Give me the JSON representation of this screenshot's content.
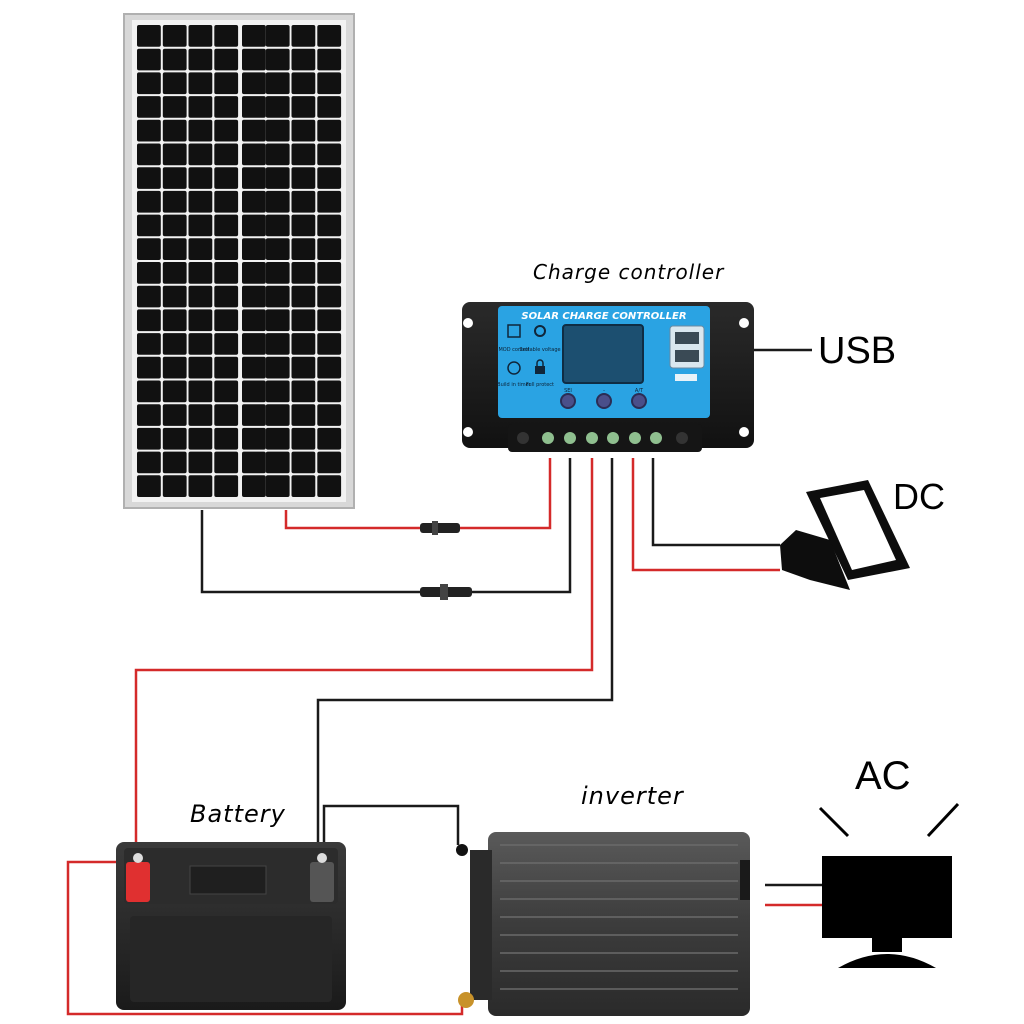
{
  "labels": {
    "charge_controller": "Charge controller",
    "usb": "USB",
    "dc": "DC",
    "ac": "AC",
    "battery": "Battery",
    "inverter": "inverter"
  },
  "controller": {
    "panel_title": "SOLAR CHARGE CONTROLLER",
    "icon_labels": [
      "MOD control",
      "Settable voltage",
      "Build in timer",
      "Full protect"
    ],
    "button_labels": [
      "SEI",
      "-",
      "A/T"
    ]
  },
  "colors": {
    "wire_positive": "#d42a2a",
    "wire_negative": "#1a1a1a",
    "controller_screen": "#2aa3e3",
    "solar_cell": "#111111",
    "panel_frame": "#d8d8d8",
    "battery_terminal_positive": "#e03030"
  }
}
